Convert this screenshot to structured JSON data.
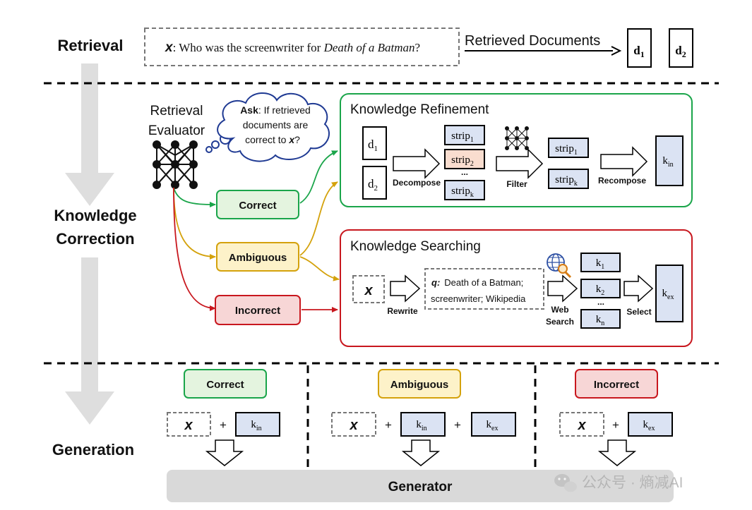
{
  "sections": {
    "retrieval": "Retrieval",
    "knowledge_correction_1": "Knowledge",
    "knowledge_correction_2": "Correction",
    "generation": "Generation"
  },
  "query": {
    "x": "x",
    "colon_text": ": Who was the screenwriter for ",
    "title": "Death of a Batman",
    "end": "?"
  },
  "retrieved_documents": {
    "label": "Retrieved Documents",
    "d": "d",
    "sub1": "1",
    "sub2": "2"
  },
  "evaluator": {
    "line1": "Retrieval",
    "line2": "Evaluator",
    "ask_bold": "Ask",
    "ask_line1": ": If retrieved",
    "ask_line2": "documents are",
    "ask_line3": "correct to ",
    "ask_x": "x",
    "ask_end": "?"
  },
  "labels": {
    "correct": "Correct",
    "ambiguous": "Ambiguous",
    "incorrect": "Incorrect"
  },
  "refinement": {
    "title": "Knowledge Refinement",
    "decompose": "Decompose",
    "filter": "Filter",
    "recompose": "Recompose",
    "strip": "strip",
    "s1": "1",
    "s2": "2",
    "sk": "k",
    "dots": "...",
    "k": "k",
    "k_in_sub": "in"
  },
  "searching": {
    "title": "Knowledge Searching",
    "x": "x",
    "rewrite": "Rewrite",
    "q": "q:",
    "q_line1": "Death of a Batman;",
    "q_line2": "screenwriter; Wikipedia",
    "web": "Web",
    "search": "Search",
    "select": "Select",
    "k": "k",
    "k1": "1",
    "k2": "2",
    "kn": "n",
    "dots": "...",
    "k_ex_sub": "ex"
  },
  "generation": {
    "plus": "+",
    "generator": "Generator"
  },
  "watermark": "公众号 · 熵减AI",
  "colors": {
    "green": "#1aa54a",
    "green_fill": "#e4f4df",
    "gold": "#d4a20c",
    "gold_fill": "#fdf2c9",
    "red": "#c8171e",
    "red_fill": "#f7d6d6",
    "blue_fill": "#dbe3f3",
    "pink_fill": "#f9ddcf",
    "arrow_gray": "#dedede"
  }
}
